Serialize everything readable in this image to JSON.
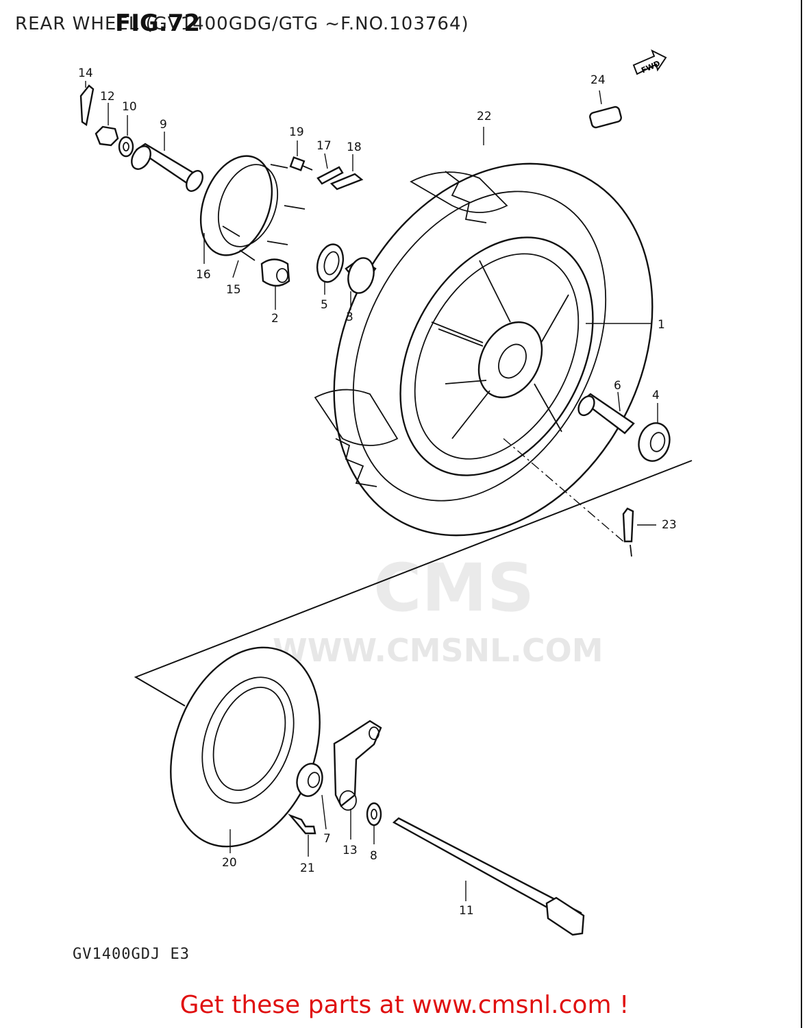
{
  "header": {
    "breadcrumb": "REAR WHEEL (GV1400GDG/GTG ~F.NO.103764)",
    "figure_title": "FIG.72"
  },
  "diagram": {
    "model_code": "GV1400GDJ E3",
    "fwd_badge": "FWD",
    "watermark_brand": "CMS",
    "watermark_url": "WWW.CMSNL.COM",
    "part_labels": {
      "p1": "1",
      "p2": "2",
      "p3": "3",
      "p4": "4",
      "p5": "5",
      "p6": "6",
      "p7": "7",
      "p8": "8",
      "p9": "9",
      "p10": "10",
      "p11": "11",
      "p12": "12",
      "p13": "13",
      "p14": "14",
      "p15": "15",
      "p16": "16",
      "p17": "17",
      "p18": "18",
      "p19": "19",
      "p20": "20",
      "p21": "21",
      "p22": "22",
      "p23": "23",
      "p24": "24"
    }
  },
  "footer": {
    "promo_text": "Get these parts at www.cmsnl.com !"
  },
  "colors": {
    "promo": "#e01010",
    "ink": "#111111",
    "background": "#ffffff"
  }
}
